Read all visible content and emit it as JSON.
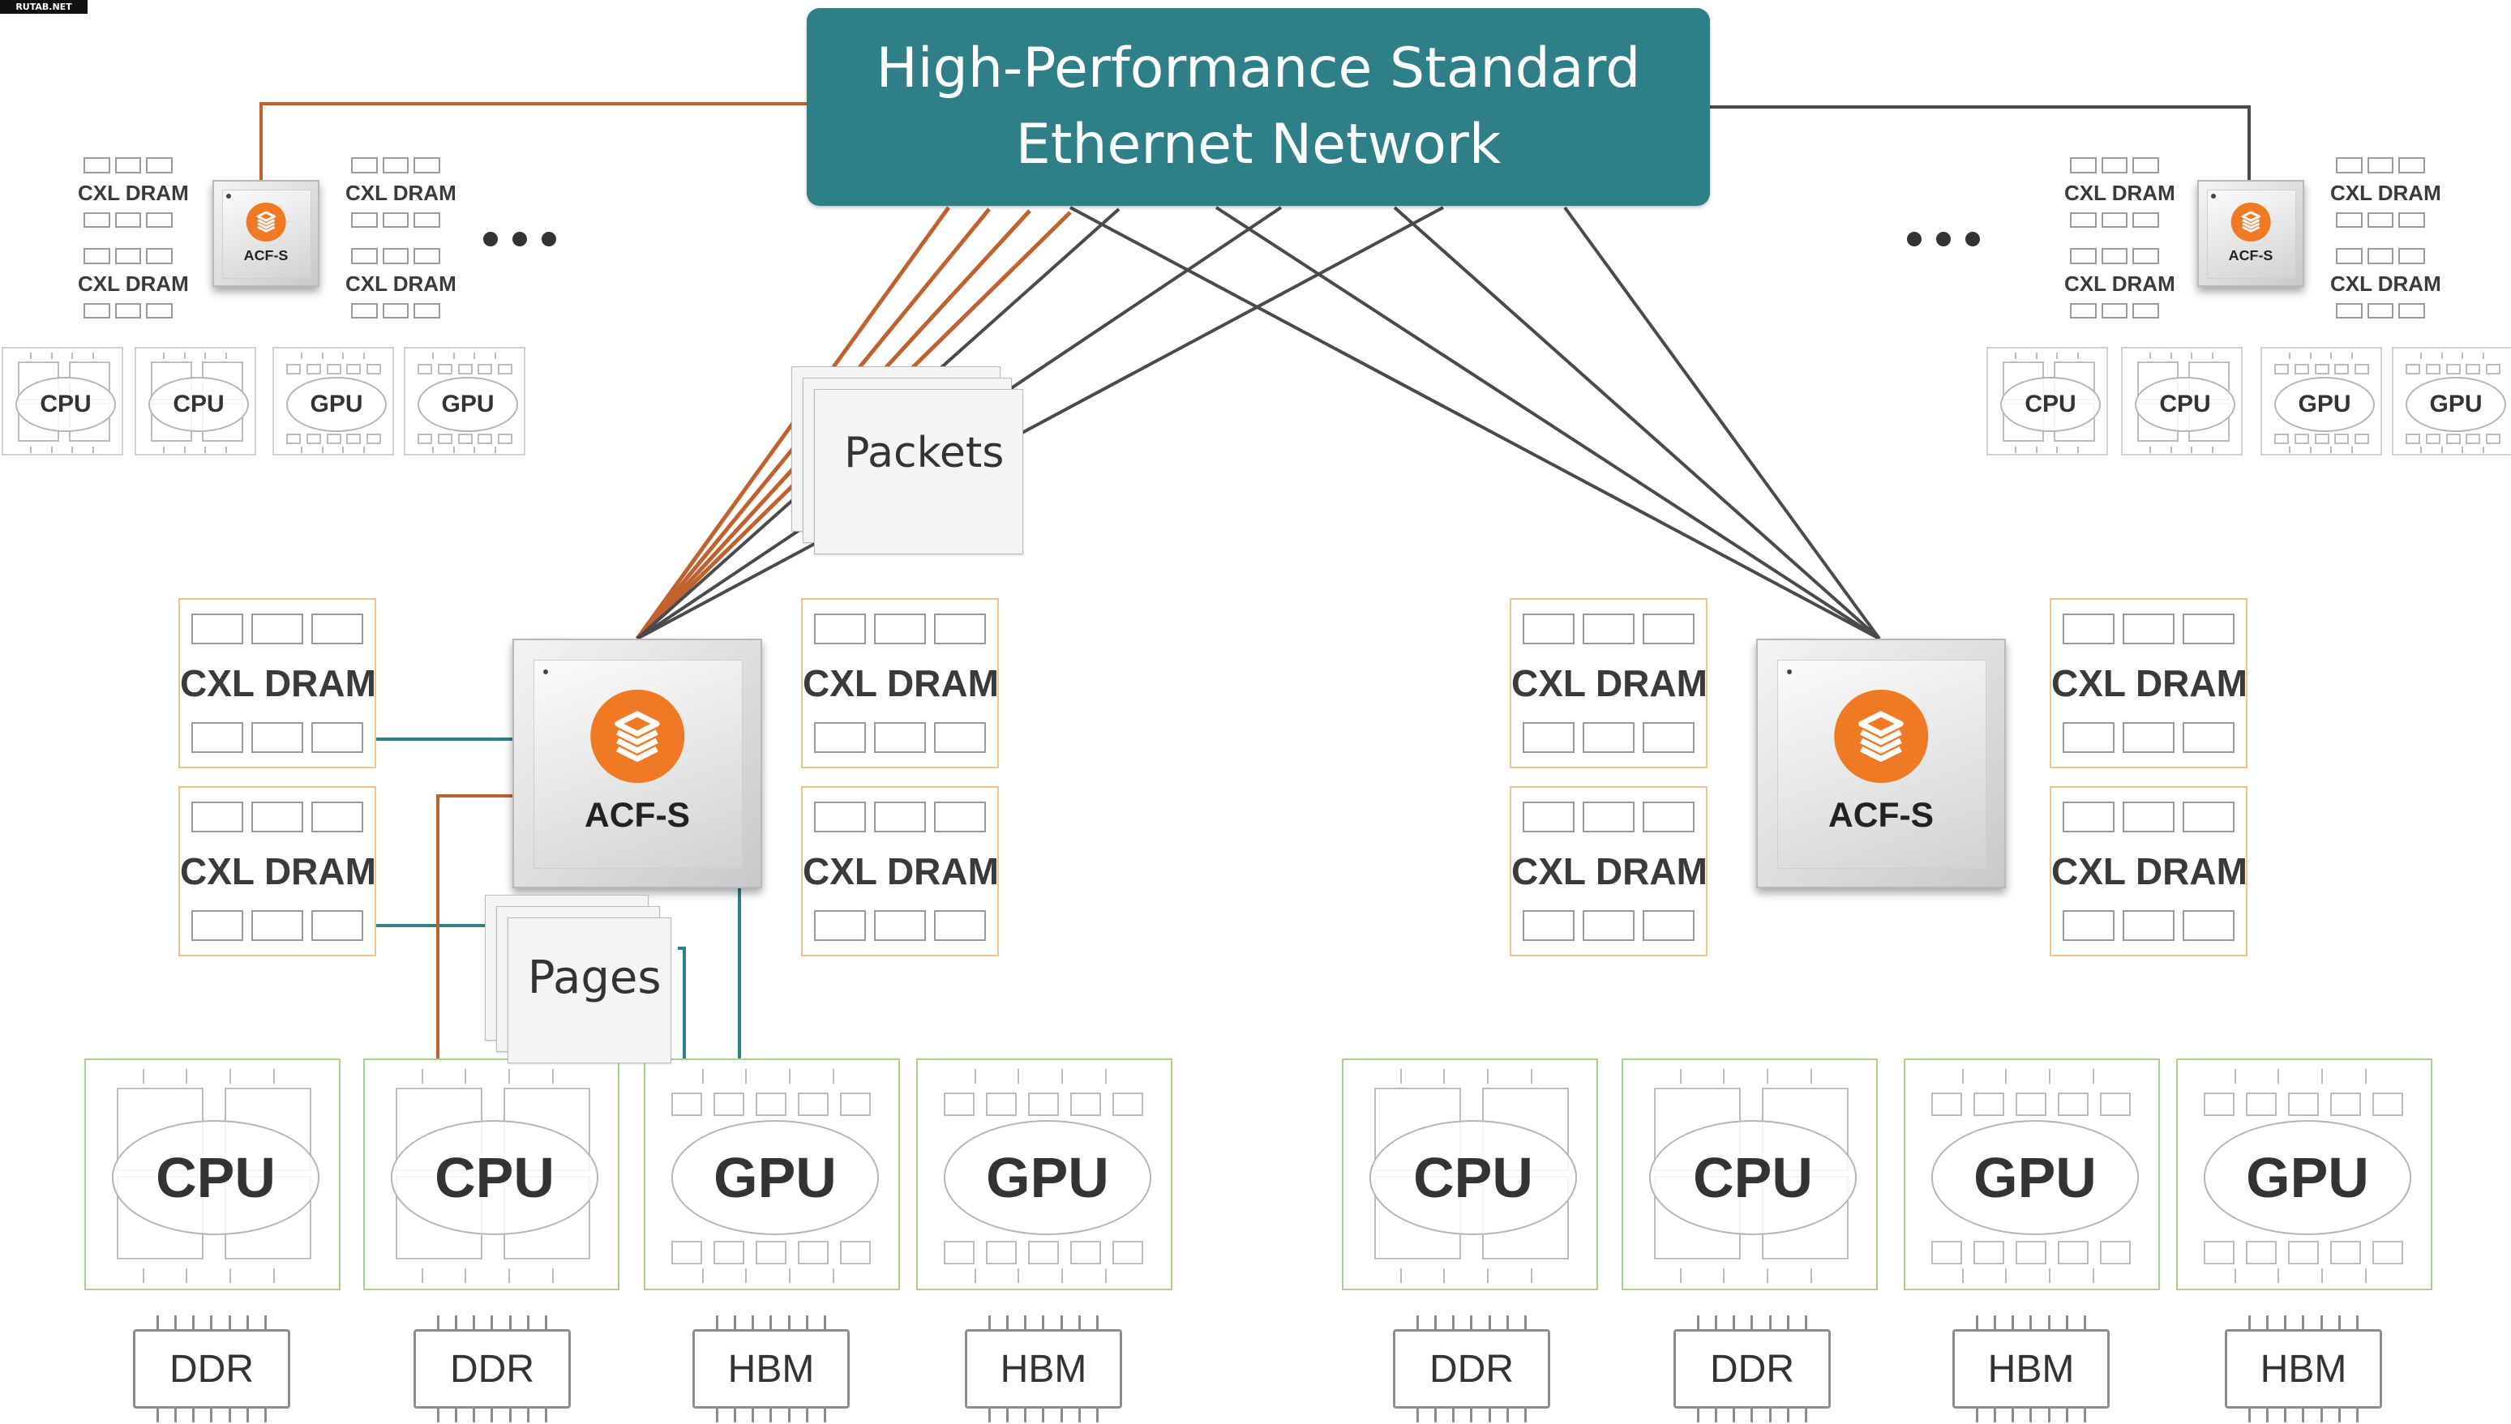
{
  "watermark": "RUTAB.NET",
  "network": {
    "title": "High-Performance Standard\nEthernet Network"
  },
  "switch_label": "ACF-S",
  "memory_label": "CXL DRAM",
  "cpu_label": "CPU",
  "gpu_label": "GPU",
  "ddr_label": "DDR",
  "hbm_label": "HBM",
  "packets_label": "Packets",
  "pages_label": "Pages",
  "colors": {
    "network": "#2e7f88",
    "uplink_active": "#c0622f",
    "fabric": "#2e7f88",
    "link": "#4a4a4a",
    "accent": "#f07a24",
    "memory_border": "#f2c48a",
    "processor_border": "#a9d18e"
  }
}
